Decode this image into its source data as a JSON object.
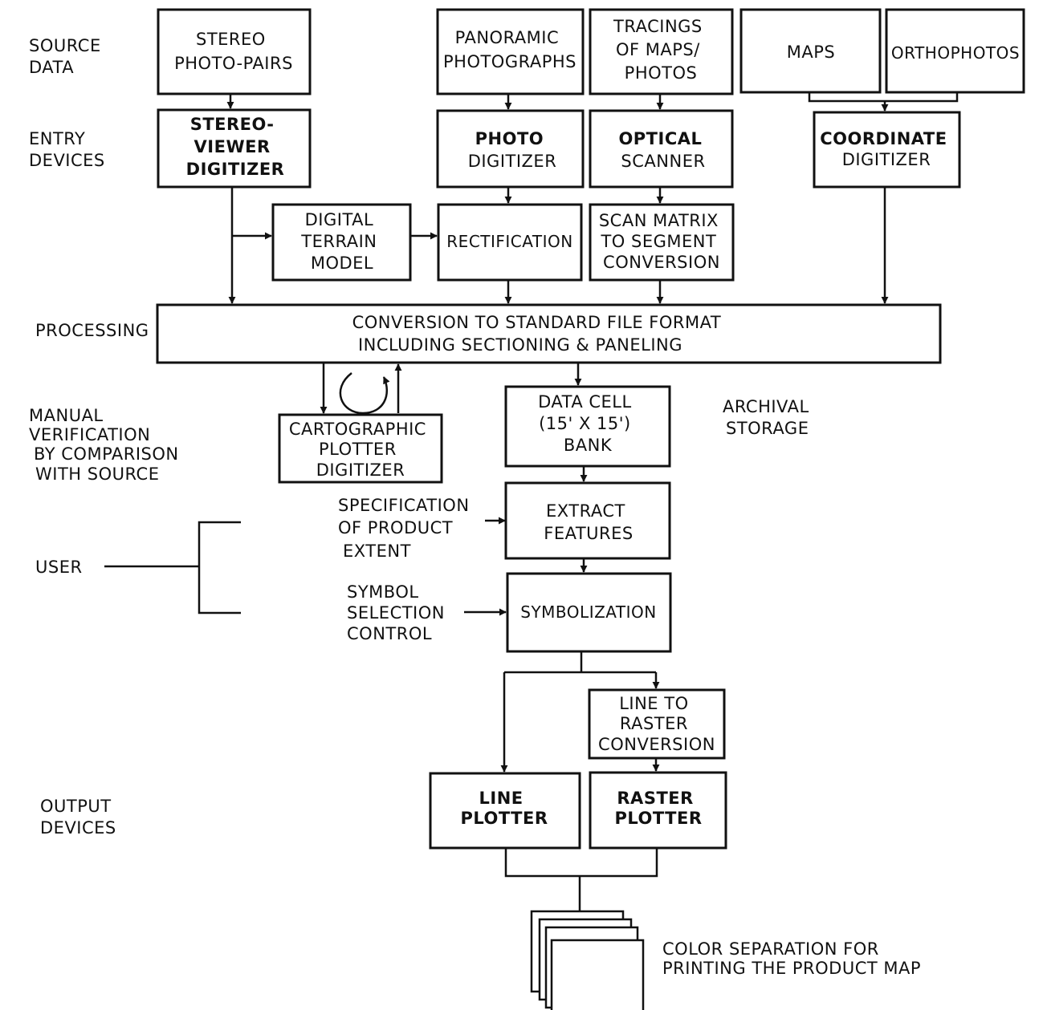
{
  "stage_labels": {
    "source_data": [
      "SOURCE",
      "DATA"
    ],
    "entry_devices": [
      "ENTRY",
      "DEVICES"
    ],
    "processing": [
      "PROCESSING"
    ],
    "manual_verification": [
      "MANUAL",
      "VERIFICATION",
      "BY COMPARISON",
      "WITH SOURCE"
    ],
    "archival_storage": [
      "ARCHIVAL",
      "STORAGE"
    ],
    "user": [
      "USER"
    ],
    "output_devices": [
      "OUTPUT",
      "DEVICES"
    ]
  },
  "source_boxes": {
    "stereo_photo_pairs": [
      "STEREO",
      "PHOTO-PAIRS"
    ],
    "panoramic_photographs": [
      "PANORAMIC",
      "PHOTOGRAPHS"
    ],
    "tracings": [
      "TRACINGS",
      "OF MAPS/",
      "PHOTOS"
    ],
    "maps": [
      "MAPS"
    ],
    "orthophotos": [
      "ORTHOPHOTOS"
    ]
  },
  "entry_boxes": {
    "stereo_viewer_digitizer": [
      "STEREO-",
      "VIEWER",
      "DIGITIZER"
    ],
    "photo_digitizer": [
      "PHOTO",
      "DIGITIZER"
    ],
    "optical_scanner": [
      "OPTICAL",
      "SCANNER"
    ],
    "coordinate_digitizer": [
      "COORDINATE",
      "DIGITIZER"
    ]
  },
  "intermediate_boxes": {
    "digital_terrain_model": [
      "DIGITAL",
      "TERRAIN",
      "MODEL"
    ],
    "rectification": [
      "RECTIFICATION"
    ],
    "scan_matrix": [
      "SCAN MATRIX",
      "TO SEGMENT",
      "CONVERSION"
    ]
  },
  "processing_box": [
    "CONVERSION  TO  STANDARD  FILE  FORMAT",
    "INCLUDING  SECTIONING  & PANELING"
  ],
  "cartographic_plotter": [
    "CARTOGRAPHIC",
    "PLOTTER",
    "DIGITIZER"
  ],
  "data_cell_bank": [
    "DATA  CELL",
    "(15' X 15')",
    "BANK"
  ],
  "extract_features": [
    "EXTRACT",
    "FEATURES"
  ],
  "specification": [
    "SPECIFICATION",
    "OF PRODUCT",
    "EXTENT"
  ],
  "symbol_selection": [
    "SYMBOL",
    "SELECTION",
    "CONTROL"
  ],
  "symbolization": [
    "SYMBOLIZATION"
  ],
  "line_to_raster": [
    "LINE  TO",
    "RASTER",
    "CONVERSION"
  ],
  "line_plotter": [
    "LINE",
    "PLOTTER"
  ],
  "raster_plotter": [
    "RASTER",
    "PLOTTER"
  ],
  "color_separation": [
    "COLOR  SEPARATION  FOR",
    "PRINTING  THE  PRODUCT  MAP"
  ]
}
